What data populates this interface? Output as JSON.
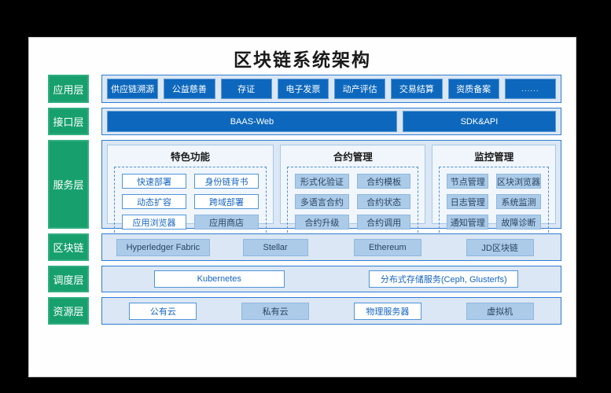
{
  "title": "区块链系统架构",
  "colors": {
    "page_background": "#000000",
    "card_background": "#fefefe",
    "layer_label_green": "#17a06e",
    "tray_background": "#dbe7f4",
    "tray_border_blue": "#2e7dd1",
    "dark_chip_blue": "#0d68bd",
    "filled_chip_blue": "#abcbe9",
    "outline_chip_text_blue": "#1565c0"
  },
  "layers": [
    {
      "label": "应用层",
      "items": [
        {
          "text": "供应链溯源"
        },
        {
          "text": "公益慈善"
        },
        {
          "text": "存证"
        },
        {
          "text": "电子发票"
        },
        {
          "text": "动产评估"
        },
        {
          "text": "交易结算"
        },
        {
          "text": "资质备案"
        },
        {
          "text": "......"
        }
      ]
    },
    {
      "label": "接口层",
      "items": [
        {
          "text": "BAAS-Web"
        },
        {
          "text": "SDK&API"
        }
      ]
    },
    {
      "label": "服务层",
      "groups": [
        {
          "title": "特色功能",
          "items": [
            {
              "text": "快速部署"
            },
            {
              "text": "身份链背书"
            },
            {
              "text": "动态扩容"
            },
            {
              "text": "跨域部署"
            },
            {
              "text": "应用浏览器"
            },
            {
              "text": "应用商店"
            }
          ]
        },
        {
          "title": "合约管理",
          "items": [
            {
              "text": "形式化验证"
            },
            {
              "text": "合约模板"
            },
            {
              "text": "多语言合约"
            },
            {
              "text": "合约状态"
            },
            {
              "text": "合约升级"
            },
            {
              "text": "合约调用"
            }
          ]
        },
        {
          "title": "监控管理",
          "items": [
            {
              "text": "节点管理"
            },
            {
              "text": "区块浏览器"
            },
            {
              "text": "日志管理"
            },
            {
              "text": "系统监测"
            },
            {
              "text": "通知管理"
            },
            {
              "text": "故障诊断"
            }
          ]
        }
      ]
    },
    {
      "label": "区块链",
      "items": [
        {
          "text": "Hyperledger Fabric"
        },
        {
          "text": "Stellar"
        },
        {
          "text": "Ethereum"
        },
        {
          "text": "JD区块链"
        }
      ]
    },
    {
      "label": "调度层",
      "items": [
        {
          "text": "Kubernetes"
        },
        {
          "text": "分布式存储服务(Ceph, Glusterfs)"
        }
      ]
    },
    {
      "label": "资源层",
      "items": [
        {
          "text": "公有云"
        },
        {
          "text": "私有云"
        },
        {
          "text": "物理服务器"
        },
        {
          "text": "虚拟机"
        }
      ]
    }
  ]
}
